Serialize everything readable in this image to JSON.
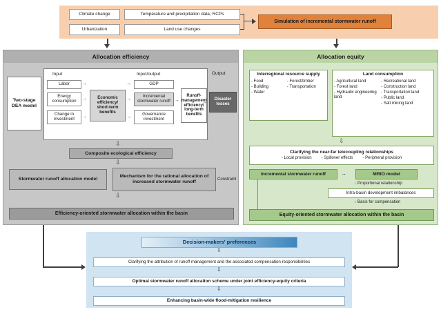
{
  "top": {
    "climate": "Climate change",
    "urbanization": "Urbanization",
    "temp_data": "Temperature and precipitation data, RCPs",
    "land_use": "Land use changes",
    "simulation": "Simulation of incremental stormwater runoff"
  },
  "efficiency": {
    "title": "Allocation efficiency",
    "model_label": "Two-stage DEA model",
    "col_labels": {
      "input": "Input",
      "io": "Input/output",
      "output": "Output"
    },
    "inputs": [
      "Labor",
      "Energy consumption",
      "Change in investment"
    ],
    "economic_box": "Economic efficiency/ short-term benefits",
    "io_items": [
      "GDP",
      "Incremental stormwater runoff",
      "Governance investment"
    ],
    "runoff_box": "Runoff-management efficiency/ long-term benefits",
    "output_box": "Disaster losses",
    "composite": "Composite ecological efficiency",
    "allocation_model": "Stormwater runoff allocation model",
    "mechanism": "Mechanism for the rational allocation of increased stormwater runoff",
    "constraint_label": "Constraint",
    "result": "Efficiency-oriented stormwater allocation within the basin"
  },
  "equity": {
    "title": "Allocation equity",
    "supply_title": "Interregional resource supply",
    "supply_col1": [
      "- Food",
      "- Building",
      "- Water"
    ],
    "supply_col2": [
      "- Forest/timber",
      "- Transportation"
    ],
    "land_title": "Land consumption",
    "land_col1": [
      "- Agricultural land",
      "- Forest land",
      "- Hydraulic engineering land"
    ],
    "land_col2": [
      "- Recreational land",
      "- Construction land",
      "- Transportation land",
      "- Public land",
      "- Salt mining land"
    ],
    "telecoupling_title": "Clarifying the near-far telecoupling relationships",
    "telecoupling_items": [
      "- Local provision",
      "- Spillover effects",
      "- Peripheral provision"
    ],
    "incremental": "Incremental stormwater runoff",
    "mrio": "MRIO model",
    "proportional": "Proportional relationship",
    "imbalances": "Intra-basin development imbalances",
    "basis": "Basis for compensation",
    "result": "Equity-oriented stormwater allocation within the basin"
  },
  "decision": {
    "title": "Decision-makers' preferences",
    "step1": "Clarifying the attribution of runoff management and the associated compensation responsibilities",
    "step2": "Optimal stormwater runoff allocation scheme under joint efficiency-equity criteria",
    "step3": "Enhancing basin-wide flood-mitigation resilience"
  },
  "colors": {
    "band_peach": "#f7cfae",
    "accent_orange": "#e0813c",
    "panel_gray": "#c7c7c7",
    "panel_green": "#d7e8ca",
    "accent_green": "#a5c98b",
    "panel_blue": "#d0e4f1"
  }
}
